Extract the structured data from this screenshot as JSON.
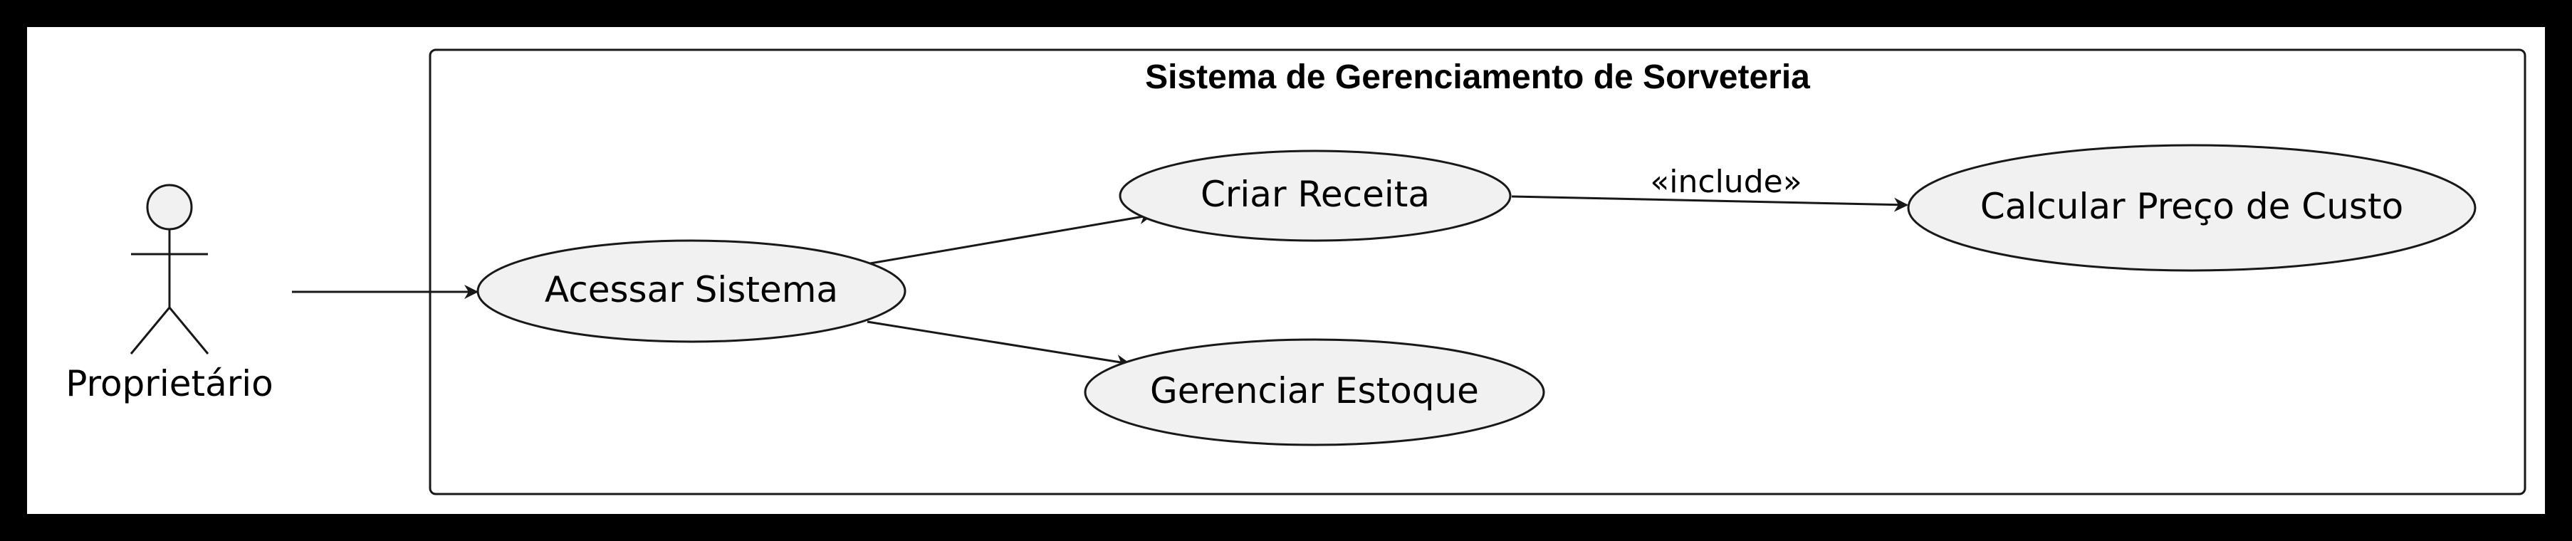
{
  "diagram": {
    "system_title": "Sistema de Gerenciamento de Sorveteria",
    "actor": {
      "label": "Proprietário"
    },
    "use_cases": {
      "acessar": "Acessar Sistema",
      "criar": "Criar Receita",
      "gerenciar": "Gerenciar Estoque",
      "calcular": "Calcular Preço de Custo"
    },
    "relations": {
      "include_label": "«include»"
    }
  },
  "colors": {
    "frame": "#000000",
    "background": "#ffffff",
    "ellipse_fill": "#f1f1f1",
    "stroke": "#181818",
    "text": "#000000"
  }
}
